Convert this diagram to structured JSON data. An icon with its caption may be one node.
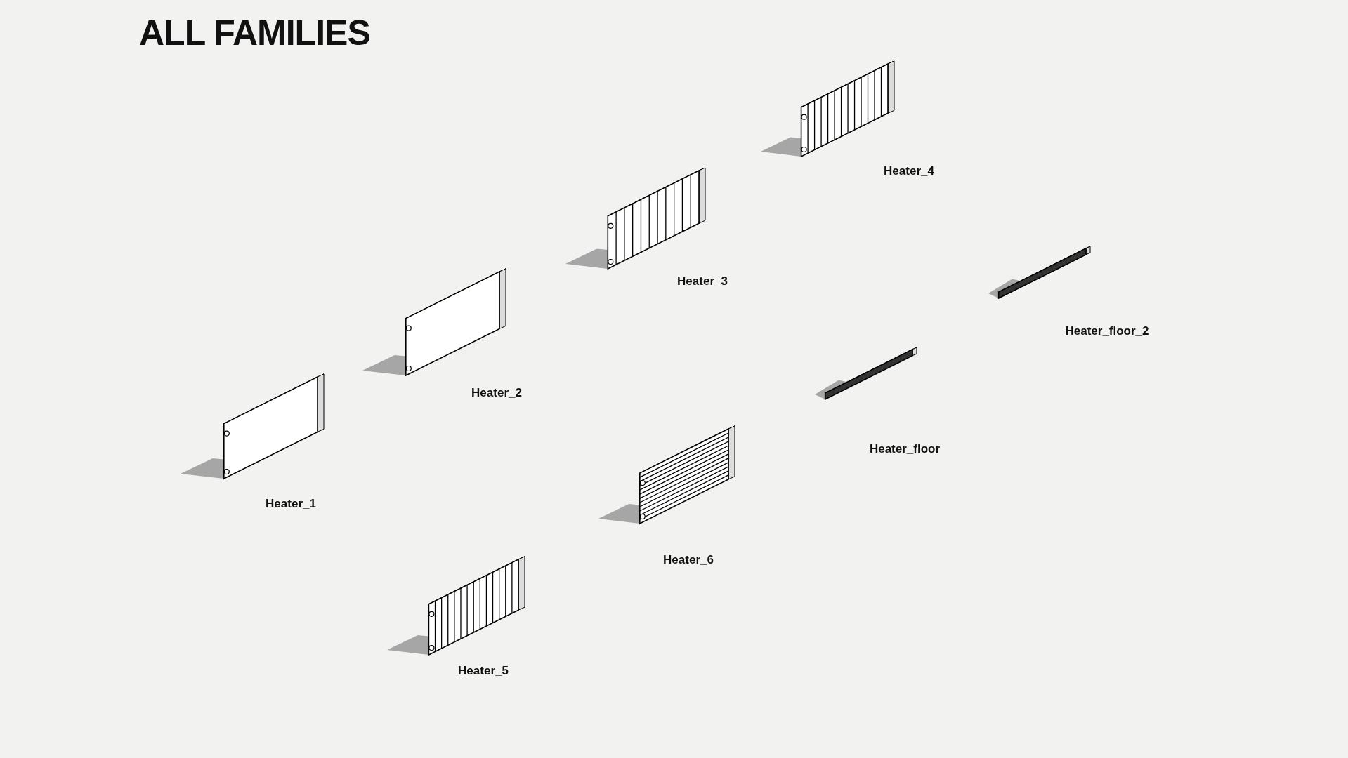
{
  "diagram": {
    "title": "ALL FAMILIES",
    "labels": [
      "Heater_4",
      "Heater_3",
      "Heater_floor_2",
      "Heater_2",
      "Heater_floor",
      "Heater_1",
      "Heater_6",
      "Heater_5"
    ]
  }
}
